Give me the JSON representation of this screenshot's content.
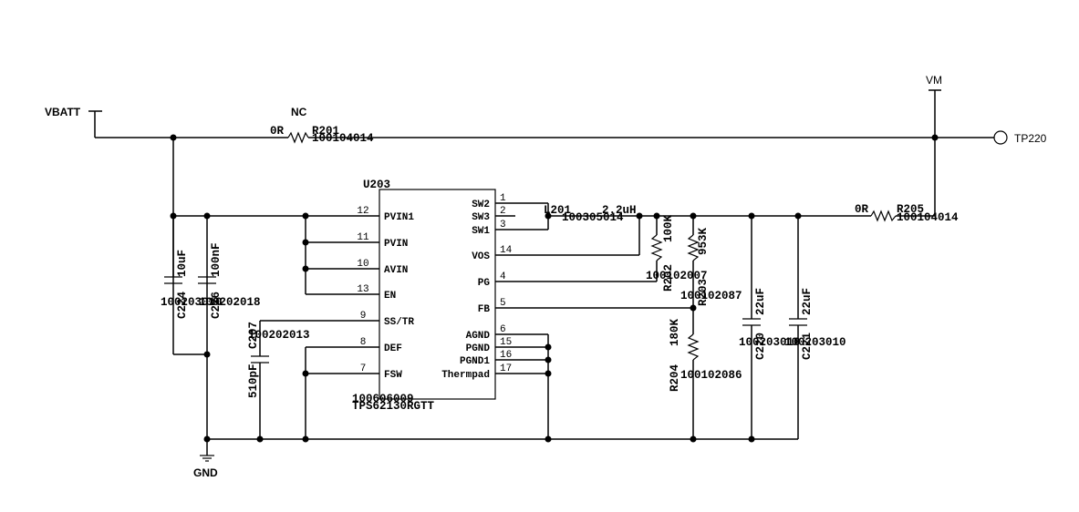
{
  "nets": {
    "vbatt": "VBATT",
    "vm": "VM",
    "gnd": "GND",
    "tp": "TP220"
  },
  "ic": {
    "ref": "U203",
    "part_number": "100606009",
    "part": "TPS62130RGTT",
    "left_pins": [
      {
        "num": "12",
        "name": "PVIN1"
      },
      {
        "num": "11",
        "name": "PVIN"
      },
      {
        "num": "10",
        "name": "AVIN"
      },
      {
        "num": "13",
        "name": "EN"
      },
      {
        "num": "9",
        "name": "SS/TR"
      },
      {
        "num": "8",
        "name": "DEF"
      },
      {
        "num": "7",
        "name": "FSW"
      }
    ],
    "right_pins": [
      {
        "num": "1",
        "name": "SW2"
      },
      {
        "num": "2",
        "name": "SW3"
      },
      {
        "num": "3",
        "name": "SW1"
      },
      {
        "num": "14",
        "name": "VOS"
      },
      {
        "num": "4",
        "name": "PG"
      },
      {
        "num": "5",
        "name": "FB"
      },
      {
        "num": "6",
        "name": "AGND"
      },
      {
        "num": "15",
        "name": "PGND"
      },
      {
        "num": "16",
        "name": "PGND1"
      },
      {
        "num": "17",
        "name": "Thermpad"
      }
    ]
  },
  "components": {
    "r201": {
      "ref": "R201",
      "value": "0R",
      "pn": "100104014",
      "note": "NC"
    },
    "r205": {
      "ref": "R205",
      "value": "0R",
      "pn": "100104014"
    },
    "l201": {
      "ref": "L201",
      "value": "2.2uH",
      "pn": "100305014"
    },
    "r202": {
      "ref": "R202",
      "value": "100K",
      "pn": "100102007"
    },
    "r203": {
      "ref": "R203",
      "value": "953K",
      "pn": "100102087"
    },
    "r204": {
      "ref": "R204",
      "value": "180K",
      "pn": "100102086"
    },
    "c224": {
      "ref": "C224",
      "value": "10uF",
      "pn": "100203010"
    },
    "c226": {
      "ref": "C226",
      "value": "100nF",
      "pn": "100202018"
    },
    "c207": {
      "ref": "C207",
      "value": "510pF",
      "pn": "100202013"
    },
    "c220": {
      "ref": "C220",
      "value": "22uF",
      "pn": "100203010"
    },
    "c221": {
      "ref": "C221",
      "value": "22uF",
      "pn": "100203010"
    }
  }
}
